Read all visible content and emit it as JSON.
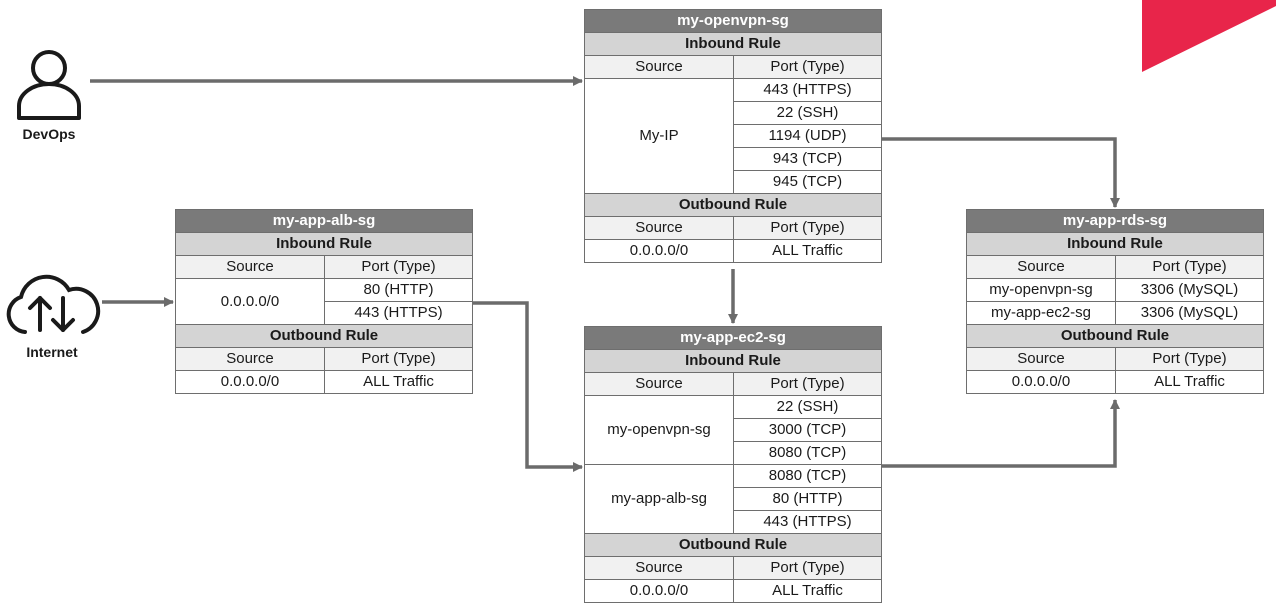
{
  "actors": {
    "devops": {
      "label": "DevOps",
      "icon": "user-icon"
    },
    "internet": {
      "label": "Internet",
      "icon": "cloud-upload-download-icon"
    }
  },
  "labels": {
    "inbound": "Inbound Rule",
    "outbound": "Outbound Rule",
    "source": "Source",
    "port_type": "Port (Type)"
  },
  "openvpn_sg": {
    "title": "my-openvpn-sg",
    "inbound": [
      {
        "source": "My-IP",
        "ports": [
          "443 (HTTPS)",
          "22 (SSH)",
          "1194 (UDP)",
          "943 (TCP)",
          "945 (TCP)"
        ]
      }
    ],
    "outbound": {
      "source": "0.0.0.0/0",
      "port": "ALL Traffic"
    }
  },
  "alb_sg": {
    "title": "my-app-alb-sg",
    "inbound": [
      {
        "source": "0.0.0.0/0",
        "ports": [
          "80 (HTTP)",
          "443 (HTTPS)"
        ]
      }
    ],
    "outbound": {
      "source": "0.0.0.0/0",
      "port": "ALL Traffic"
    }
  },
  "ec2_sg": {
    "title": "my-app-ec2-sg",
    "inbound": [
      {
        "source": "my-openvpn-sg",
        "ports": [
          "22 (SSH)",
          "3000 (TCP)",
          "8080 (TCP)"
        ]
      },
      {
        "source": "my-app-alb-sg",
        "ports": [
          "8080 (TCP)",
          "80 (HTTP)",
          "443 (HTTPS)"
        ]
      }
    ],
    "outbound": {
      "source": "0.0.0.0/0",
      "port": "ALL Traffic"
    }
  },
  "rds_sg": {
    "title": "my-app-rds-sg",
    "inbound": [
      {
        "source": "my-openvpn-sg",
        "ports": [
          "3306 (MySQL)"
        ]
      },
      {
        "source": "my-app-ec2-sg",
        "ports": [
          "3306 (MySQL)"
        ]
      }
    ],
    "outbound": {
      "source": "0.0.0.0/0",
      "port": "ALL Traffic"
    }
  },
  "colors": {
    "title_bar": "#7a7a7a",
    "section_bar": "#d4d4d4",
    "arrow": "#6b6b6b",
    "accent_flag": "#e8254a"
  }
}
